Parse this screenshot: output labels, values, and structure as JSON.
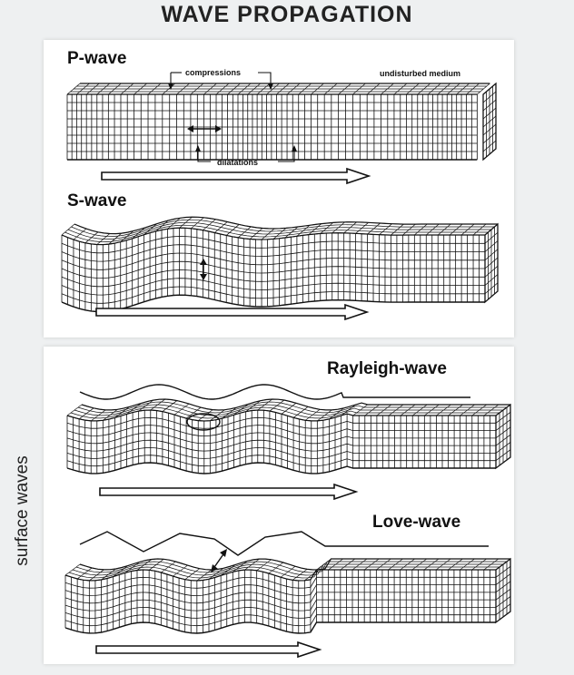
{
  "title": "WAVE PROPAGATION",
  "side_label": "surface waves",
  "panels": {
    "p_wave": {
      "label": "P-wave",
      "compressions": "compressions",
      "dilatations": "dilatations",
      "undisturbed": "undisturbed medium"
    },
    "s_wave": {
      "label": "S-wave"
    },
    "rayleigh": {
      "label": "Rayleigh-wave"
    },
    "love": {
      "label": "Love-wave"
    }
  }
}
